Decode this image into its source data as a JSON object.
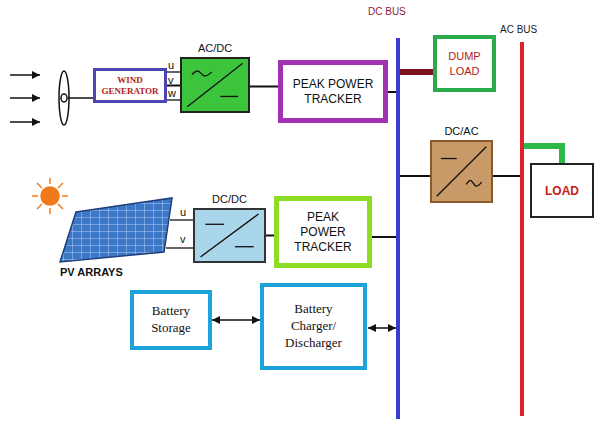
{
  "diagram": {
    "nodes": [
      {
        "text": [
          "WIND GENERATOR"
        ]
      },
      {
        "text": [
          "AC/DC"
        ]
      },
      {
        "text": [
          "PEAK POWER TRACKER"
        ]
      },
      {
        "text": [
          "DUMP LOAD"
        ]
      },
      {
        "text": [
          "DC/AC"
        ]
      },
      {
        "text": [
          "LOAD"
        ]
      },
      {
        "text": [
          "DC/DC"
        ]
      },
      {
        "text": [
          "PEAK POWER TRACKER"
        ]
      },
      {
        "text": [
          "Battery Storage"
        ]
      },
      {
        "text": [
          "Battery Charger/ Discharger"
        ]
      }
    ],
    "edges": [
      {
        "from": 0,
        "to": 1,
        "arrow": "none"
      },
      {
        "from": 1,
        "to": 2,
        "arrow": "none"
      },
      {
        "from": 6,
        "to": 7,
        "arrow": "none"
      },
      {
        "from": 8,
        "to": 9,
        "arrow": "both"
      }
    ],
    "labels": [
      "DC BUS",
      "AC BUS",
      "u",
      "v",
      "w",
      "u",
      "v",
      "PV ARRAYS"
    ]
  }
}
